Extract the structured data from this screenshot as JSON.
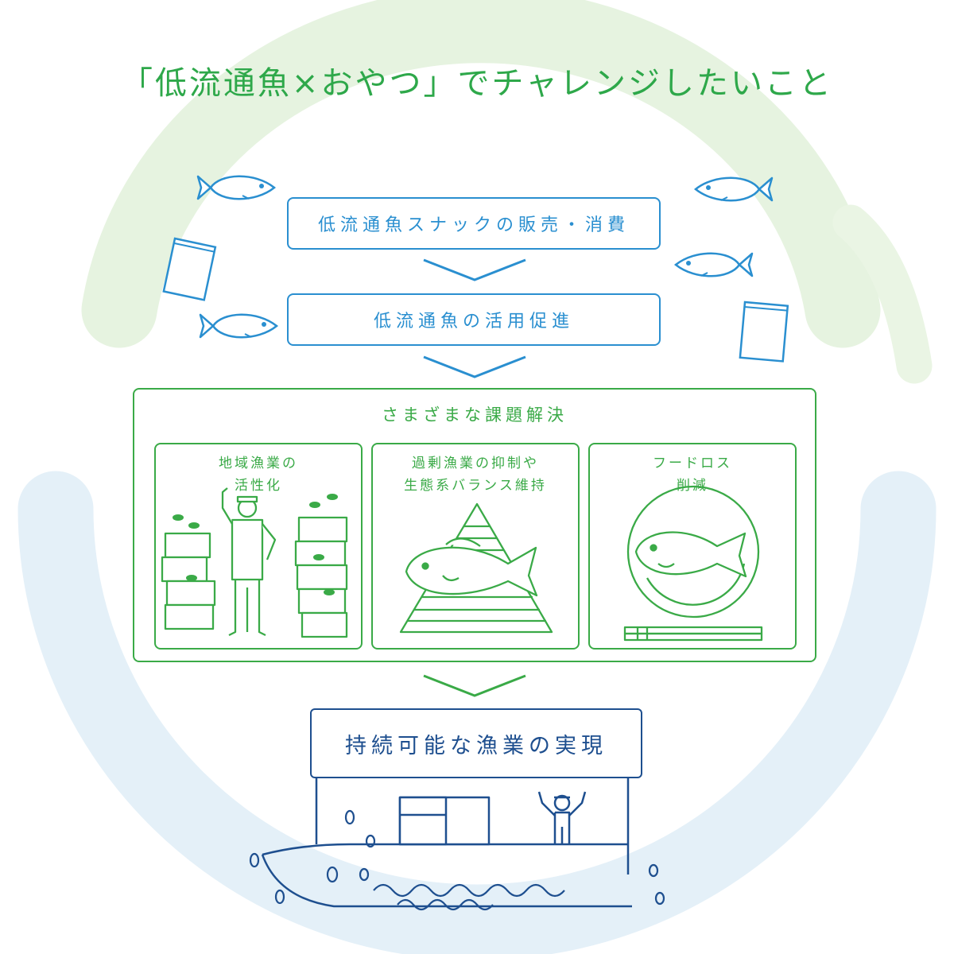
{
  "title": "「低流通魚×おやつ」でチャレンジしたいこと",
  "steps": [
    "低流通魚スナックの販売・消費",
    "低流通魚の活用促進"
  ],
  "issues": {
    "title": "さまざまな課題解決",
    "panels": [
      {
        "line1": "地域漁業の",
        "line2": "活性化"
      },
      {
        "line1": "過剰漁業の抑制や",
        "line2": "生態系バランス維持"
      },
      {
        "line1": "フードロス",
        "line2": "削減"
      }
    ]
  },
  "goal": "持続可能な漁業の実現",
  "colors": {
    "title_green": "#2ea84a",
    "step_blue": "#2a8fd0",
    "panel_green": "#3aaa47",
    "goal_navy": "#1e4f8f",
    "bg_green_arc": "#e6f3e0",
    "bg_blue_arc": "#e4f0f8"
  },
  "icons": [
    "fish-icon",
    "snack-bag-icon",
    "chevron-down-icon",
    "fisherman-icon",
    "fish-pyramid-icon",
    "fish-plate-icon",
    "boat-icon",
    "wave-icon"
  ]
}
